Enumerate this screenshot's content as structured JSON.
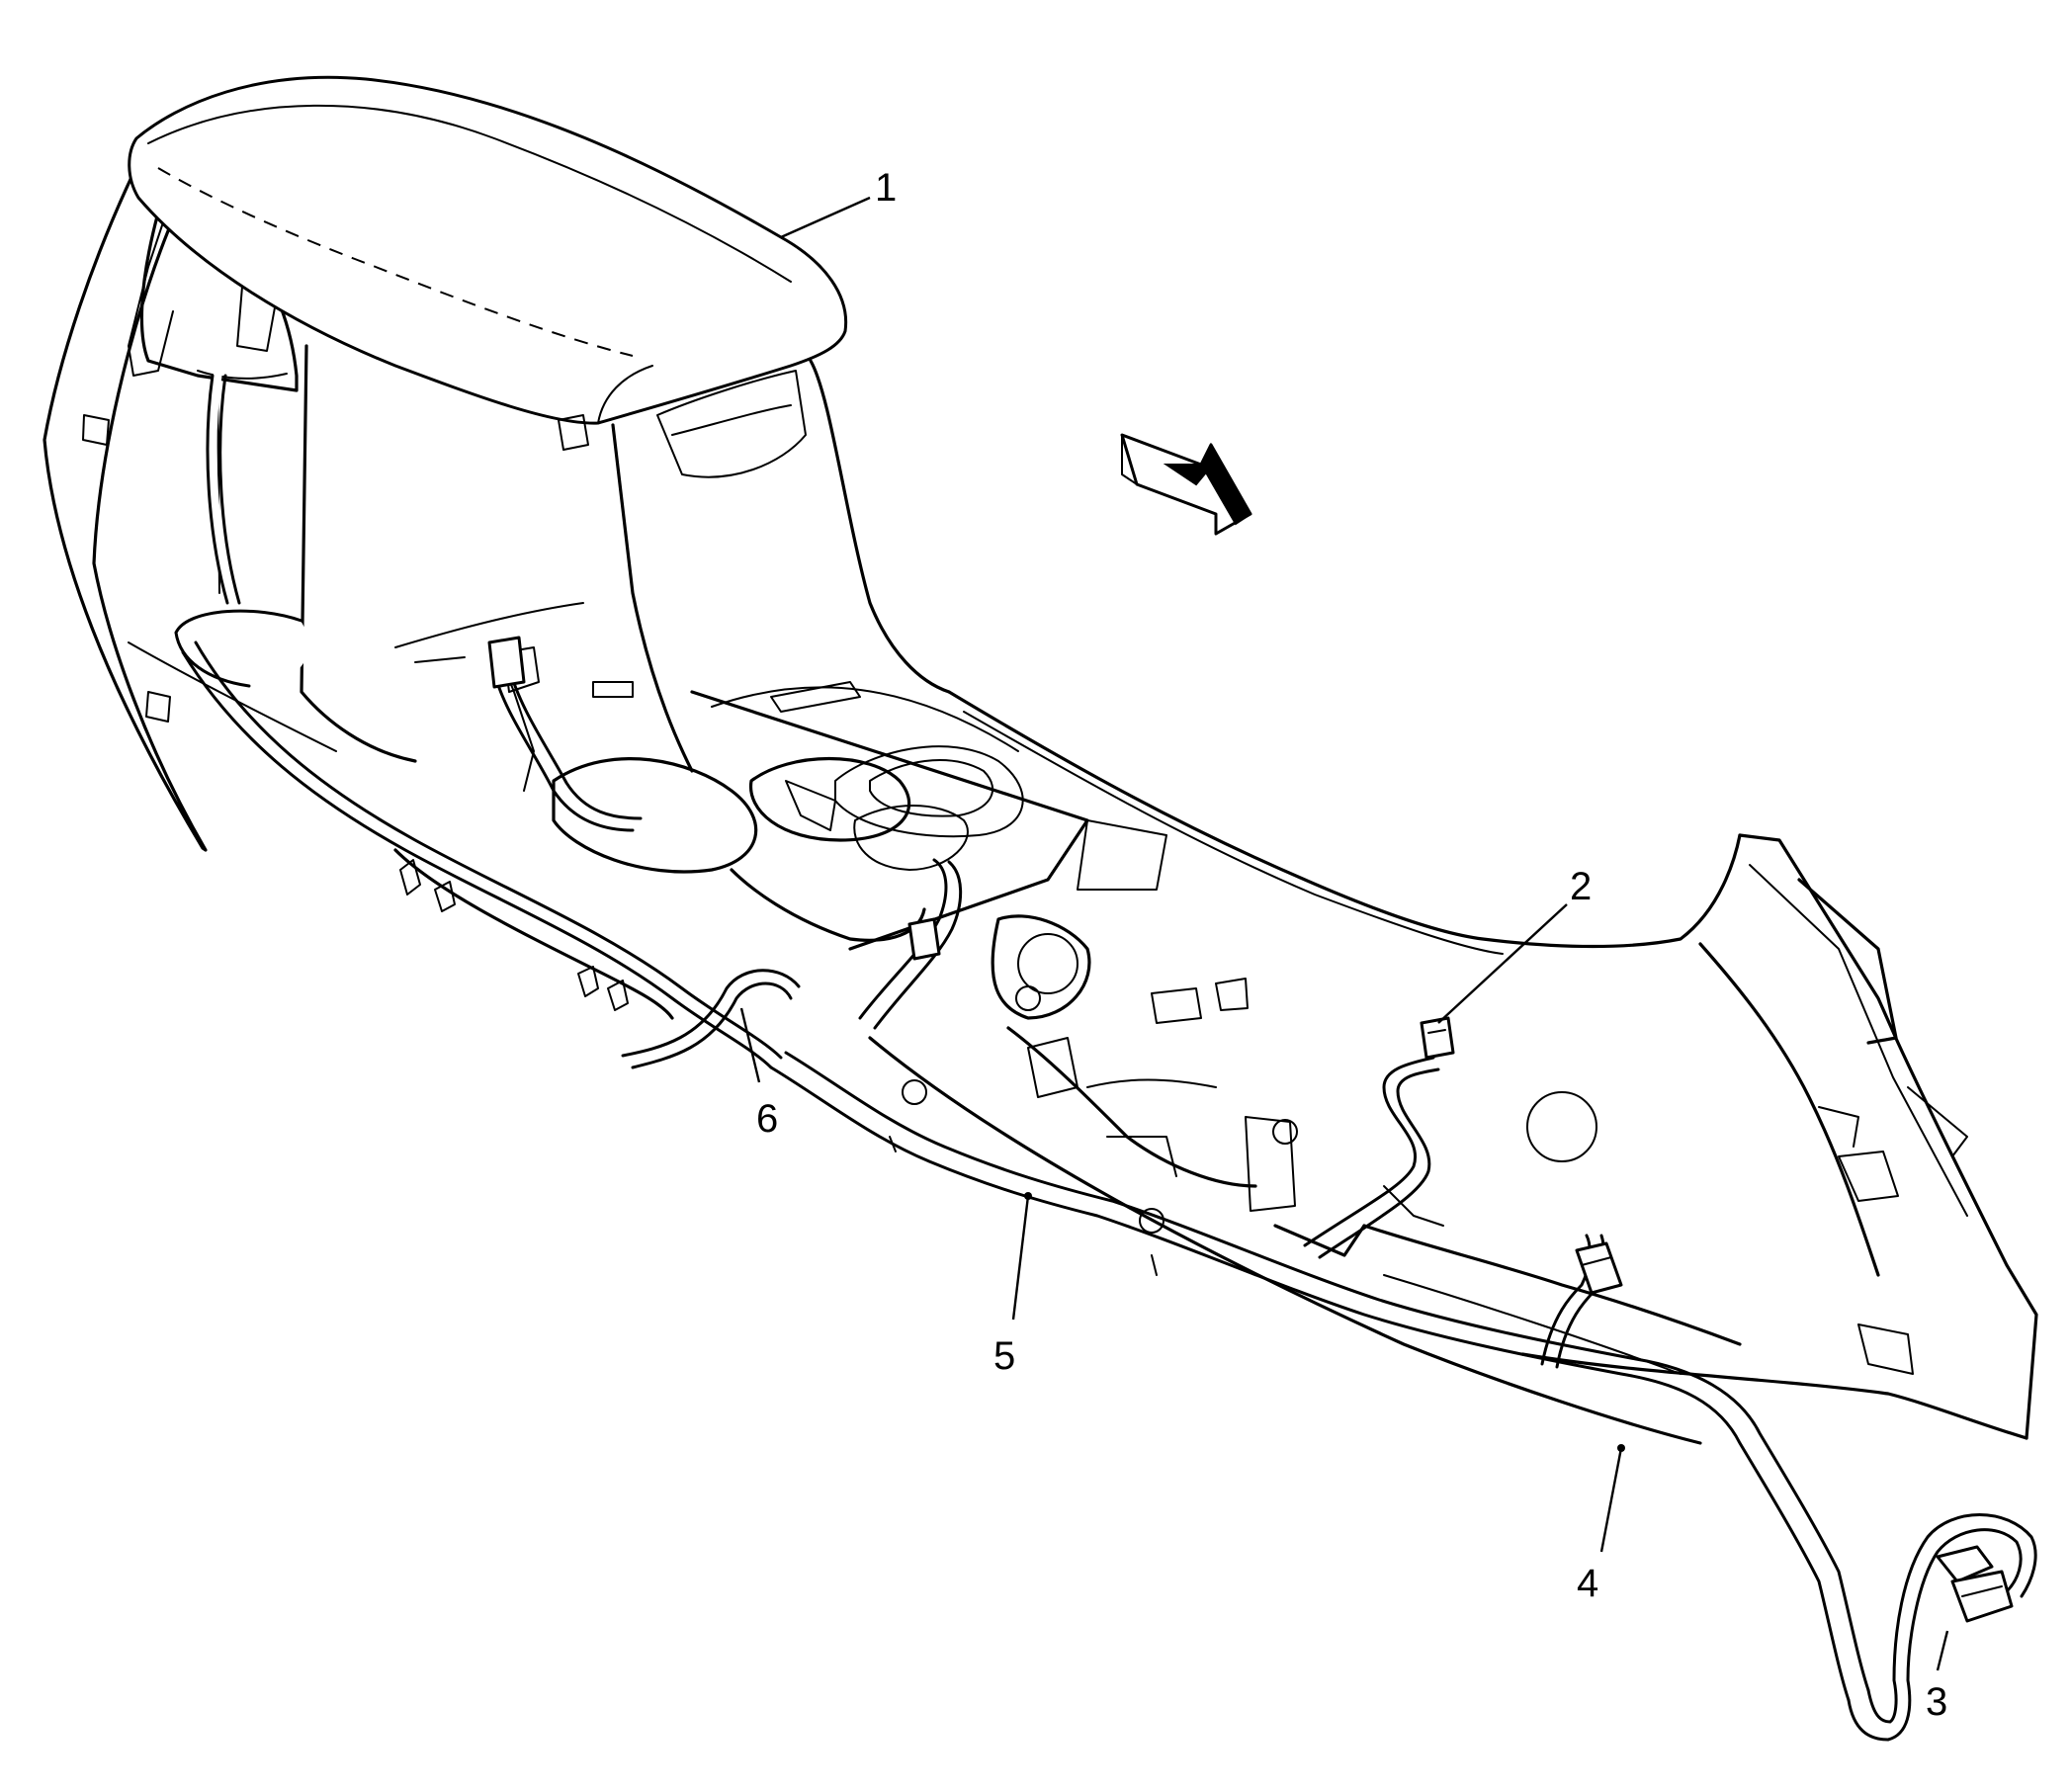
{
  "callouts": [
    {
      "id": "1",
      "label": "1"
    },
    {
      "id": "2",
      "label": "2"
    },
    {
      "id": "3",
      "label": "3"
    },
    {
      "id": "4",
      "label": "4"
    },
    {
      "id": "5",
      "label": "5"
    },
    {
      "id": "6",
      "label": "6"
    }
  ],
  "colors": {
    "line": "#000000",
    "background": "#ffffff"
  },
  "icons": {
    "direction_arrow": "vehicle-front-arrow-icon"
  }
}
